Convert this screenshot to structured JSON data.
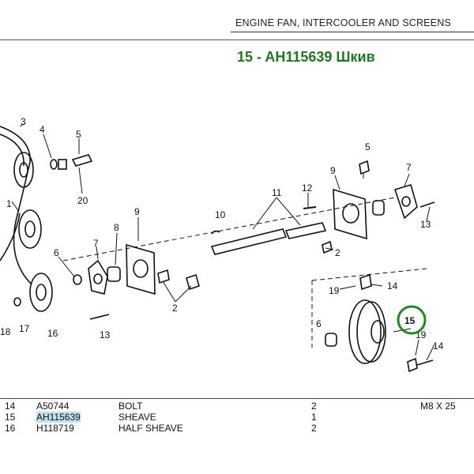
{
  "header": {
    "section_title": "ENGINE FAN, INTERCOOLER AND SCREENS",
    "highlight_title": "15 - AH115639 Шкив"
  },
  "diagram": {
    "labels": [
      "3",
      "4",
      "5",
      "20",
      "1",
      "11",
      "12",
      "9",
      "7",
      "9",
      "8",
      "7",
      "6",
      "10",
      "2",
      "13",
      "18",
      "17",
      "16",
      "13",
      "5",
      "2",
      "19",
      "14",
      "6",
      "15",
      "19",
      "14"
    ],
    "highlight_ring_color": "#1e8a1e",
    "highlighted_label": "15"
  },
  "parts_table": {
    "rows": [
      {
        "ref": "14",
        "part": "A50744",
        "desc": "BOLT",
        "qty": "2",
        "note": "M8  X 25"
      },
      {
        "ref": "15",
        "part": "AH115639",
        "desc": "SHEAVE",
        "qty": "1",
        "note": ""
      },
      {
        "ref": "16",
        "part": "H118719",
        "desc": "HALF SHEAVE",
        "qty": "2",
        "note": ""
      }
    ]
  }
}
